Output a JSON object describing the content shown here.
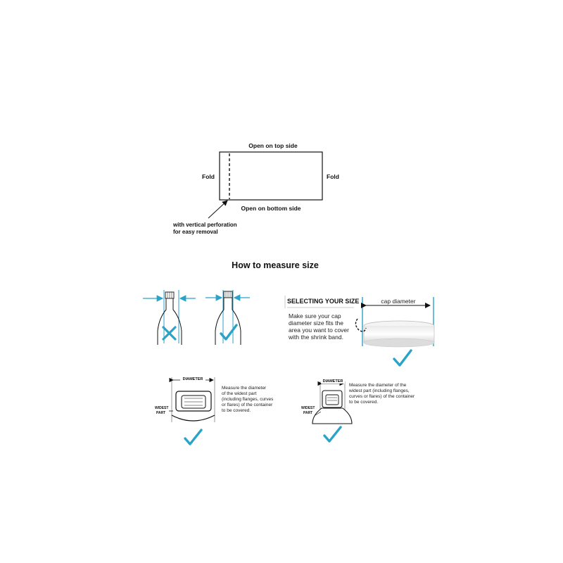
{
  "bag_diagram": {
    "top_label": "Open on top side",
    "bottom_label": "Open on bottom side",
    "fold_left": "Fold",
    "fold_right": "Fold",
    "perforation_note_line1": "with vertical perforation",
    "perforation_note_line2": "for easy removal"
  },
  "section_title": "How to measure size",
  "bottles": {
    "wrong_mark": "cross-icon",
    "right_mark": "check-icon"
  },
  "jar_panel": {
    "heading": "SELECTING YOUR SIZE",
    "cap_label": "cap diameter",
    "note_line1": "Make sure your cap",
    "note_line2": "diameter size fits the",
    "note_line3": "area you want to cover",
    "note_line4": "with the shrink band."
  },
  "cap_left": {
    "diameter_label": "DIAMETER",
    "widest_line1": "WIDEST",
    "widest_line2": "PART",
    "note_line1": "Measure the diameter",
    "note_line2": "of the widest part",
    "note_line3": "(including flanges, curves",
    "note_line4": "or flares) of the container",
    "note_line5": "to be covered."
  },
  "cap_right": {
    "diameter_label": "DIAMETER",
    "widest_line1": "WIDEST",
    "widest_line2": "PART",
    "note_line1": "Measure the diameter of the",
    "note_line2": "widest part (including flanges,",
    "note_line3": "curves or flares) of the container",
    "note_line4": "to be covered."
  },
  "colors": {
    "accent": "#2aa3c9",
    "ink": "#111111"
  }
}
